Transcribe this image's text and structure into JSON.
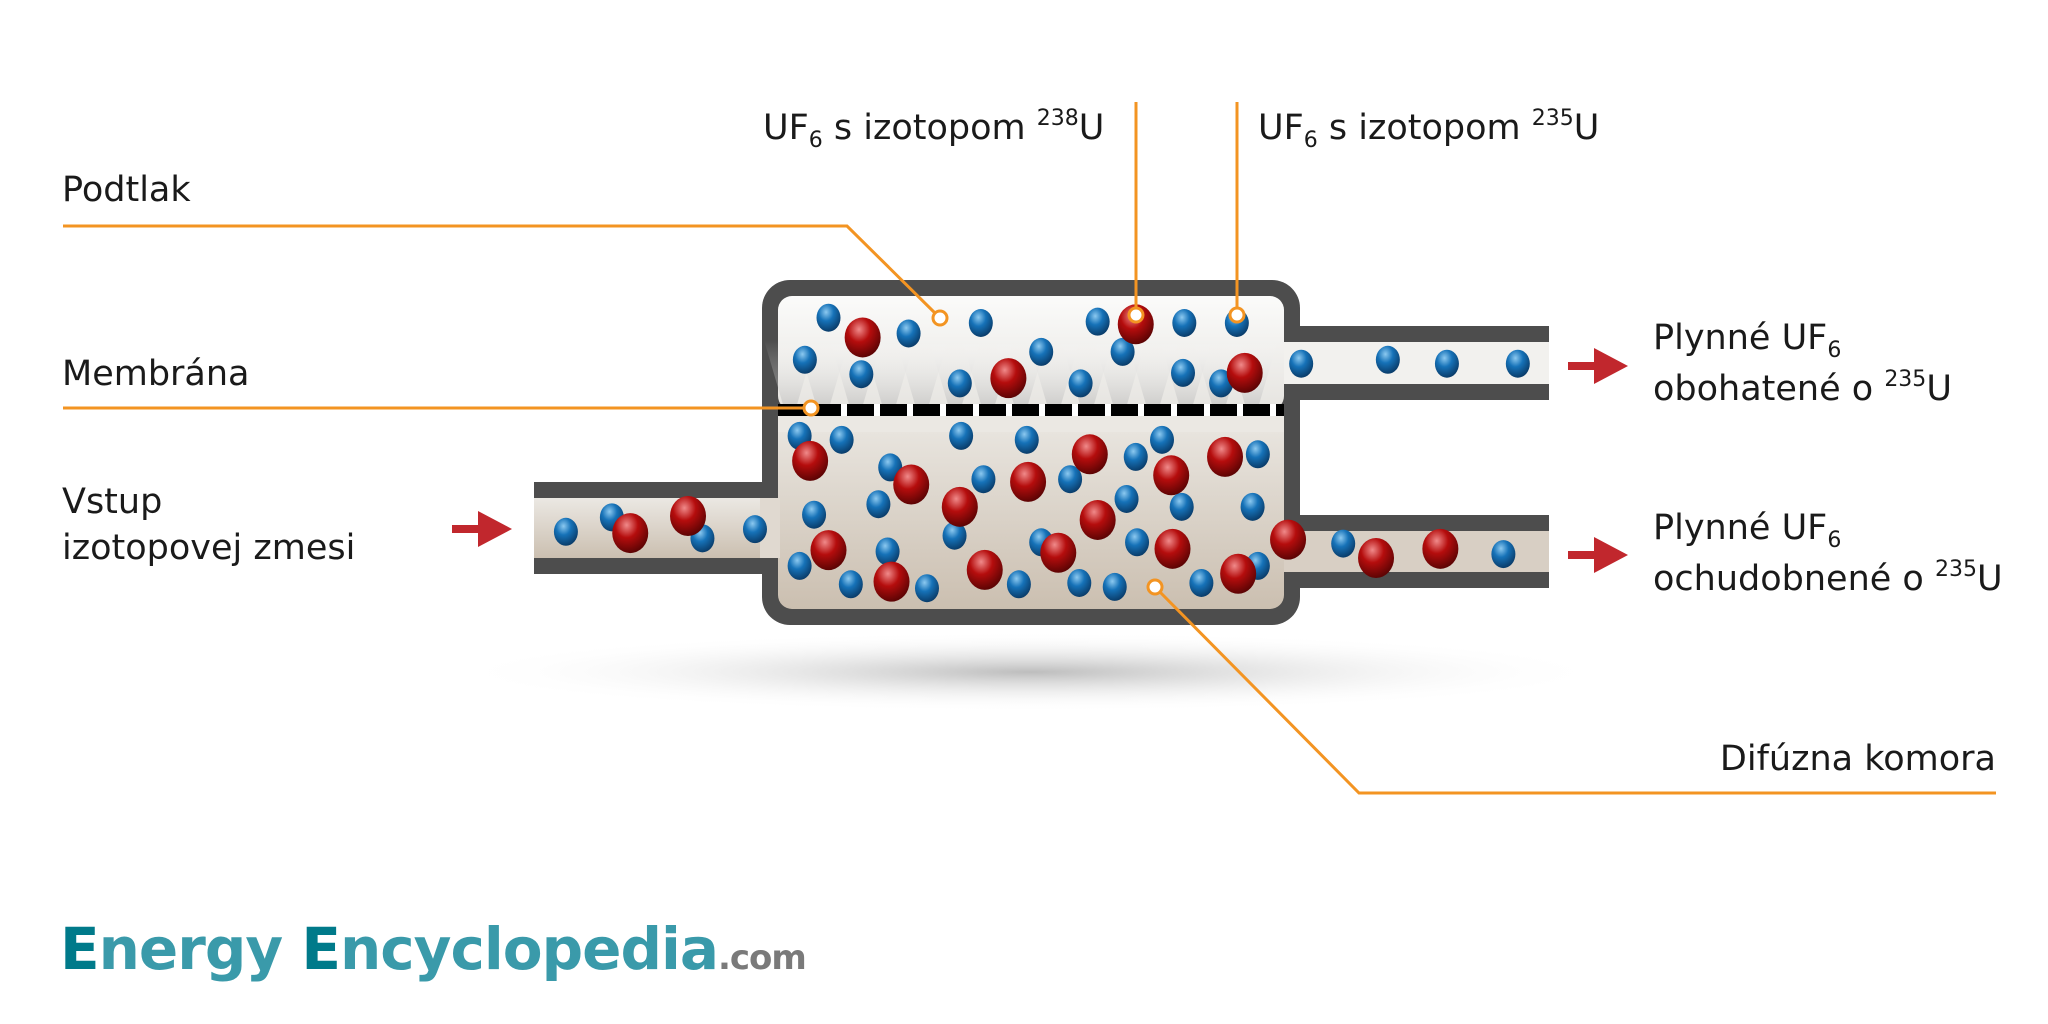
{
  "labels": {
    "podtlak": "Podtlak",
    "membrana": "Membrána",
    "vstup_line1": "Vstup",
    "vstup_line2": "izotopovej zmesi",
    "top238": {
      "pre": "UF",
      "sub": "6",
      "mid": " s izotopom ",
      "sup": "238",
      "post": "U"
    },
    "top235": {
      "pre": "UF",
      "sub": "6",
      "mid": " s izotopom ",
      "sup": "235",
      "post": "U"
    },
    "enriched": {
      "line1_pre": "Plynné UF",
      "line1_sub": "6",
      "line2_pre": "obohatené o ",
      "line2_sup": "235",
      "line2_post": "U"
    },
    "depleted": {
      "line1_pre": "Plynné UF",
      "line1_sub": "6",
      "line2_pre": "ochudobnené o ",
      "line2_sup": "235",
      "line2_post": "U"
    },
    "komora": "Difúzna komora"
  },
  "logo": {
    "e1": "E",
    "w1": "nergy ",
    "e2": "E",
    "w2": "ncyclopedia",
    "com": ".com"
  },
  "colors": {
    "leader": "#f39422",
    "wall": "#4d4d4d",
    "arrow": "#c1272d",
    "u235": "#1672b8",
    "u238": "#b50d0d",
    "brand": "#007a8a"
  }
}
